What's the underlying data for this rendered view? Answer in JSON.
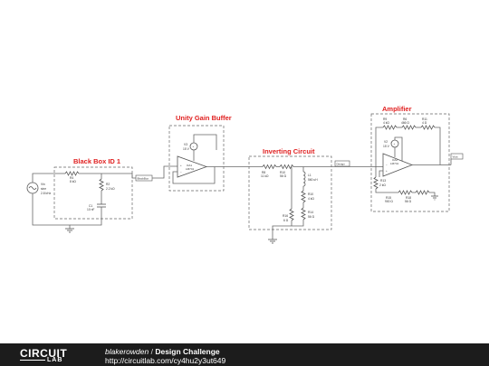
{
  "diagram": {
    "sections": {
      "black_box": "Black Box ID 1",
      "unity_buffer": "Unity Gain Buffer",
      "inverting": "Inverting Circuit",
      "amplifier": "Amplifier"
    },
    "components": {
      "source": {
        "name": "Vin",
        "line1": "sine",
        "line2": "2.8 kHz"
      },
      "r4": {
        "name": "R4",
        "value": "8 kΩ"
      },
      "r2": {
        "name": "R2",
        "value": "2.2 kΩ"
      },
      "c1": {
        "name": "C1",
        "value": "10 nF"
      },
      "v3": {
        "name": "V3",
        "value": "15 V"
      },
      "oa1": {
        "name": "OA1",
        "model": "LM741"
      },
      "r8": {
        "name": "R8",
        "value": "11 kΩ"
      },
      "r10": {
        "name": "R10",
        "value": "56 Ω"
      },
      "l1": {
        "name": "L1",
        "value": "560 uH"
      },
      "r10b": {
        "name": "R10",
        "value": "4 kΩ"
      },
      "r14": {
        "name": "R14",
        "value": "56 Ω"
      },
      "r16": {
        "name": "R16",
        "value": "6 Ω"
      },
      "r9": {
        "name": "R9",
        "value": "4 kΩ"
      },
      "r6": {
        "name": "R6",
        "value": "466 Ω"
      },
      "r11": {
        "name": "R11",
        "value": "4 Ω"
      },
      "v2": {
        "name": "V2",
        "value": "15 V"
      },
      "oa2": {
        "name": "OA2",
        "model": "LM741"
      },
      "r13": {
        "name": "R13",
        "value": "2 kΩ"
      },
      "r15": {
        "name": "R15",
        "value": "900 Ω"
      },
      "r18": {
        "name": "R18",
        "value": "56 Ω"
      }
    },
    "net_labels": {
      "blackbox": "BlackBox",
      "design": "Design",
      "vout": "Vout"
    }
  },
  "footer": {
    "logo_top": "CIRCUIT",
    "logo_bottom": "LAB",
    "author": "blakerowden",
    "separator": "/",
    "title": "Design Challenge",
    "url": "http://circuitlab.com/cy4hu2y3ut649"
  }
}
